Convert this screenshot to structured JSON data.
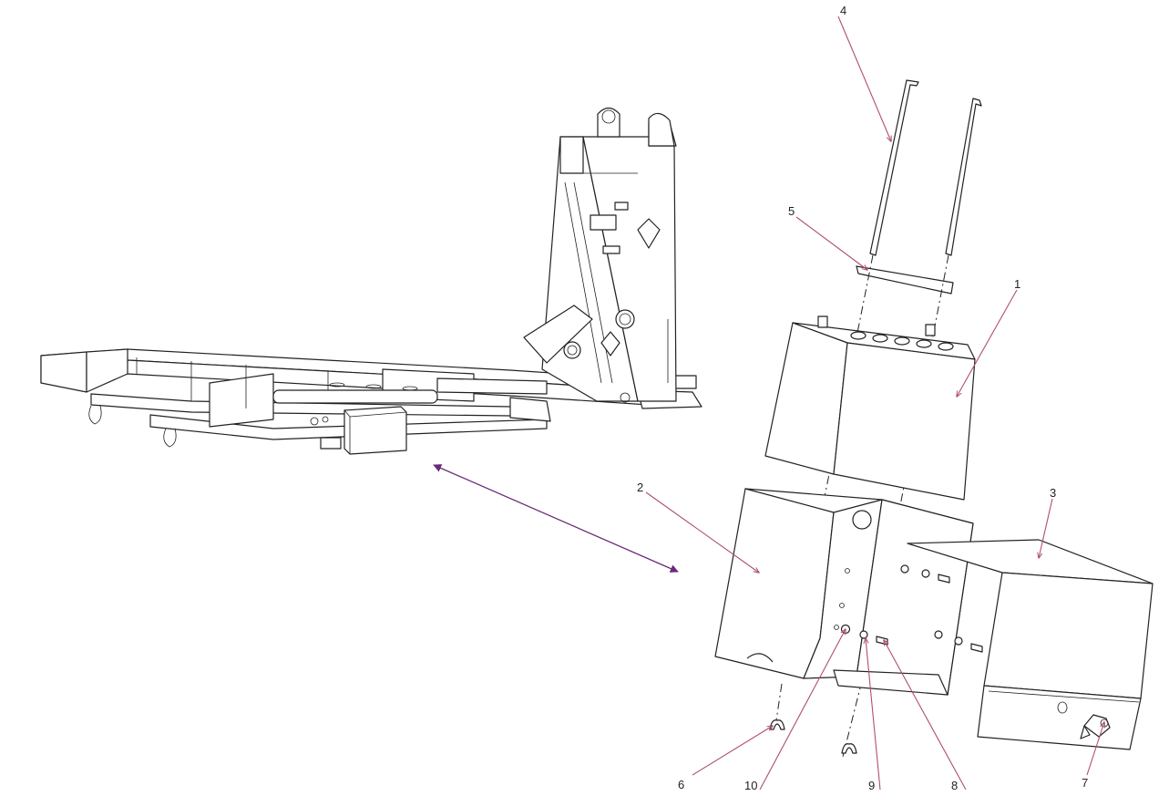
{
  "callouts": [
    {
      "id": "c1",
      "label": "1"
    },
    {
      "id": "c2",
      "label": "2"
    },
    {
      "id": "c3",
      "label": "3"
    },
    {
      "id": "c4",
      "label": "4"
    },
    {
      "id": "c5",
      "label": "5"
    },
    {
      "id": "c6",
      "label": "6"
    },
    {
      "id": "c7",
      "label": "7"
    },
    {
      "id": "c8",
      "label": "8"
    },
    {
      "id": "c9",
      "label": "9"
    },
    {
      "id": "c10",
      "label": "10"
    }
  ],
  "colors": {
    "line": "#222222",
    "leader": "#b0506a",
    "link_arrow": "#6a2a7a",
    "background": "#ffffff"
  }
}
